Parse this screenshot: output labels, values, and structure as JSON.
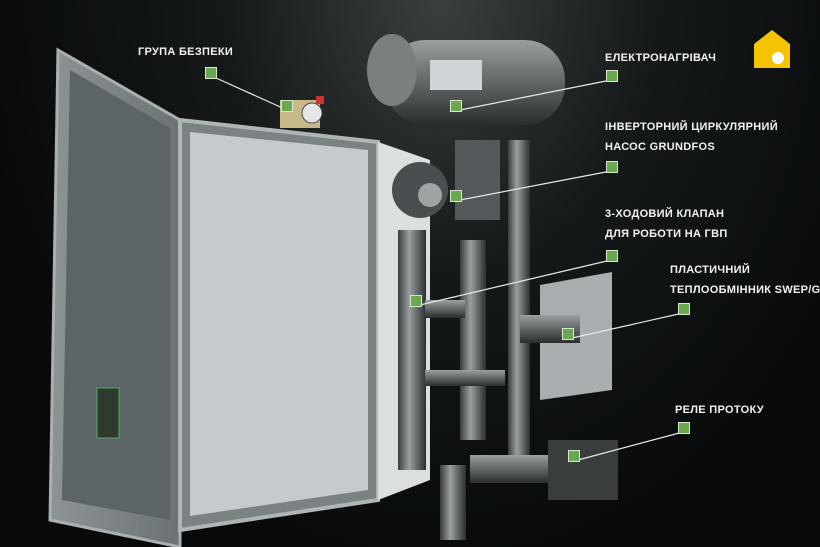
{
  "callouts": [
    {
      "id": "safety-group",
      "lines": [
        "ГРУПА БЕЗПЕКИ"
      ]
    },
    {
      "id": "electric-heater",
      "lines": [
        "ЕЛЕКТРОНАГРІВАЧ"
      ]
    },
    {
      "id": "circulation-pump",
      "lines": [
        "ІНВЕРТОРНИЙ  ЦИРКУЛЯРНИЙ",
        "НАСОС GRUNDFOS"
      ]
    },
    {
      "id": "three-way-valve",
      "lines": [
        "3-ХОДОВИЙ КЛАПАН",
        "ДЛЯ РОБОТИ НА ГВП"
      ]
    },
    {
      "id": "plate-heat-exchanger",
      "lines": [
        "ПЛАСТИЧНИЙ",
        "ТЕПЛООБМІННИК SWEP/GEA"
      ]
    },
    {
      "id": "flow-relay",
      "lines": [
        "РЕЛЕ ПРОТОКУ"
      ]
    }
  ],
  "colors": {
    "marker": "#6aa84f",
    "logo": "#f5c400",
    "background": "#0b0d0d"
  }
}
